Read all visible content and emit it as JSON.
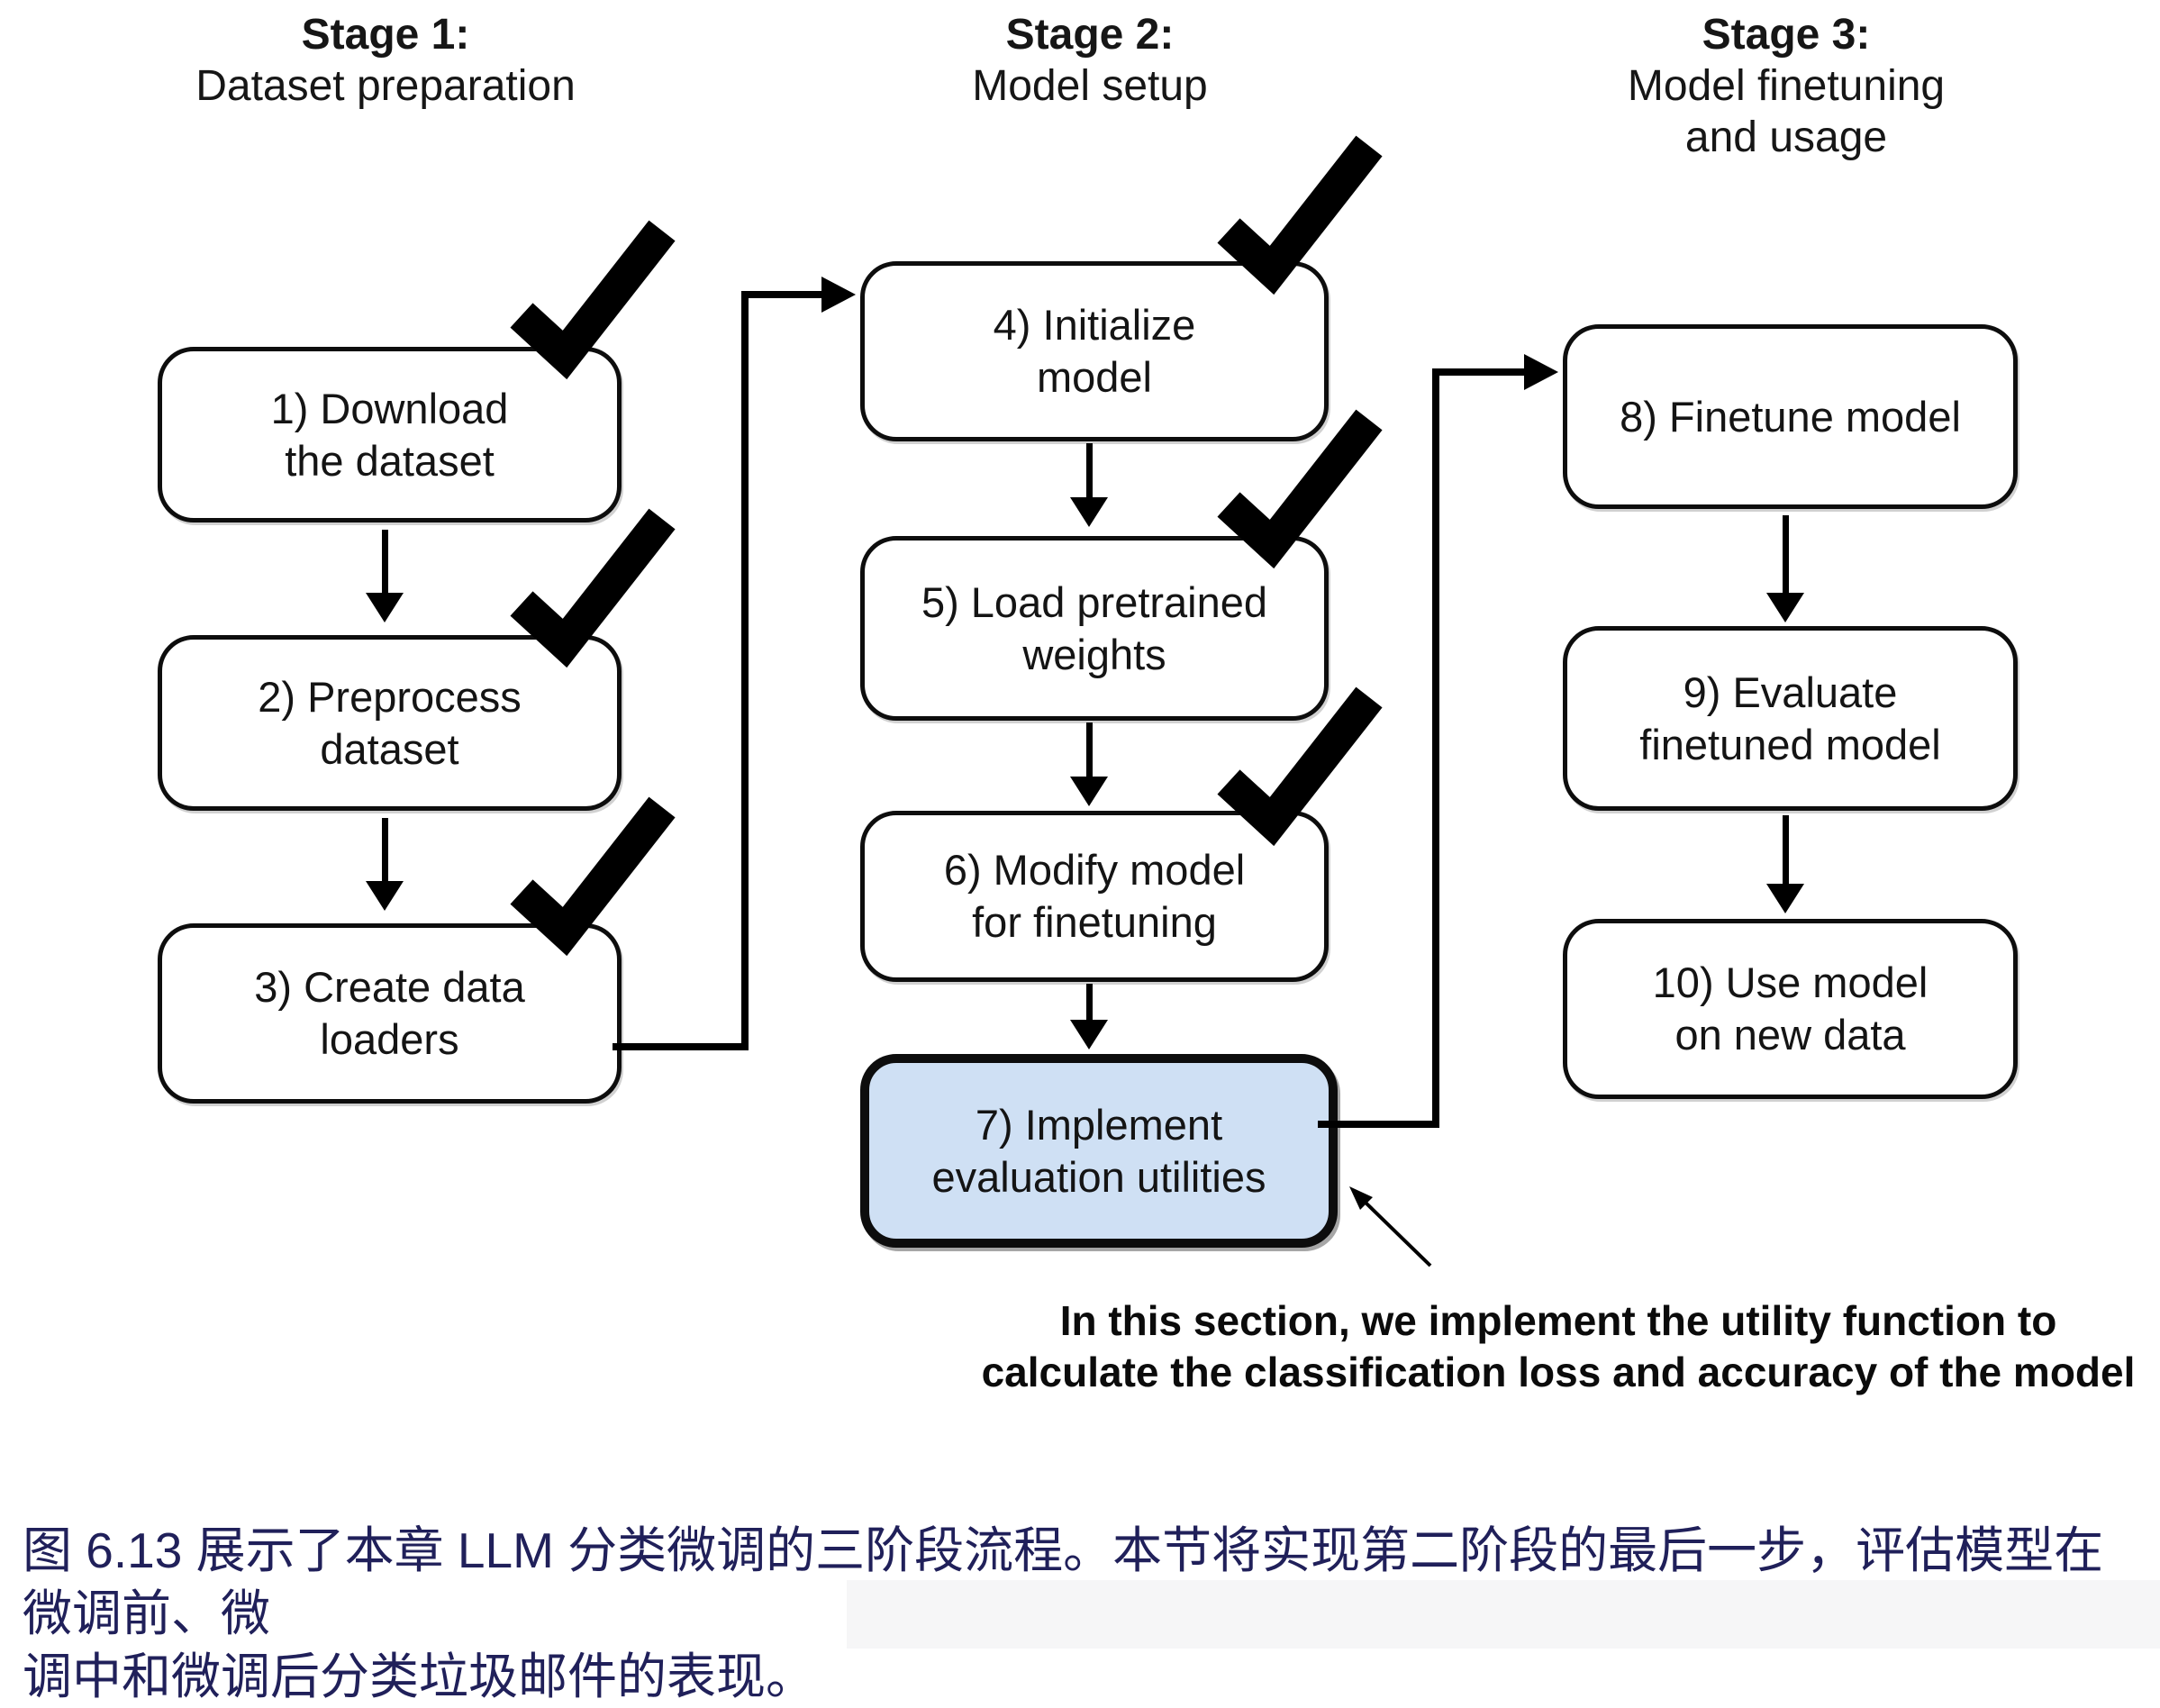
{
  "diagram": {
    "stages": [
      {
        "title_lines": [
          "Stage 1:",
          "Dataset preparation"
        ],
        "boxes": [
          {
            "lines": [
              "1) Download",
              "the dataset"
            ],
            "checked": true
          },
          {
            "lines": [
              "2) Preprocess",
              "dataset"
            ],
            "checked": true
          },
          {
            "lines": [
              "3) Create data",
              "loaders"
            ],
            "checked": true
          }
        ]
      },
      {
        "title_lines": [
          "Stage 2:",
          "Model setup"
        ],
        "boxes": [
          {
            "lines": [
              "4) Initialize",
              "model"
            ],
            "checked": true
          },
          {
            "lines": [
              "5) Load pretrained",
              "weights"
            ],
            "checked": true
          },
          {
            "lines": [
              "6) Modify model",
              "for finetuning"
            ],
            "checked": true
          },
          {
            "lines": [
              "7) Implement",
              "evaluation utilities"
            ],
            "checked": false,
            "highlighted": true
          }
        ]
      },
      {
        "title_lines": [
          "Stage 3:",
          "Model finetuning",
          "and usage"
        ],
        "boxes": [
          {
            "lines": [
              "8) Finetune model"
            ],
            "checked": false
          },
          {
            "lines": [
              "9) Evaluate",
              "finetuned model"
            ],
            "checked": false
          },
          {
            "lines": [
              "10) Use model",
              "on new data"
            ],
            "checked": false
          }
        ]
      }
    ],
    "annotation": {
      "lines": [
        "In this section, we implement the utility function to",
        "calculate the classification loss and accuracy of the model"
      ]
    },
    "colors": {
      "highlight_fill": "#cfe0f4",
      "stroke": "#000000",
      "caption_text": "#20205a"
    }
  },
  "caption": {
    "lines": [
      "图 6.13 展示了本章 LLM 分类微调的三阶段流程。本节将实现第二阶段的最后一步，评估模型在微调前、微",
      "调中和微调后分类垃圾邮件的表现。"
    ]
  }
}
